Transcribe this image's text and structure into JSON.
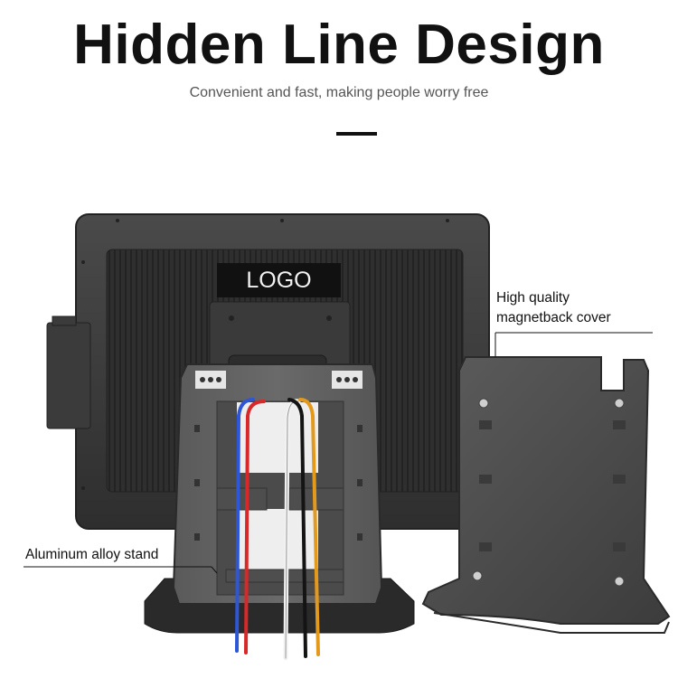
{
  "header": {
    "title": "Hidden Line Design",
    "subtitle": "Convenient and fast, making people worry free"
  },
  "product": {
    "logo_text": "LOGO",
    "callouts": {
      "cover": [
        "High quality",
        "magnetback cover"
      ],
      "stand": "Aluminum alloy stand"
    }
  },
  "colors": {
    "body": "#3a3a3a",
    "panel": "#555555",
    "cable_blue": "#2d57d6",
    "cable_red": "#d8282a",
    "cable_white": "#f2f2f2",
    "cable_black": "#141414",
    "cable_orange": "#e39a1c"
  }
}
